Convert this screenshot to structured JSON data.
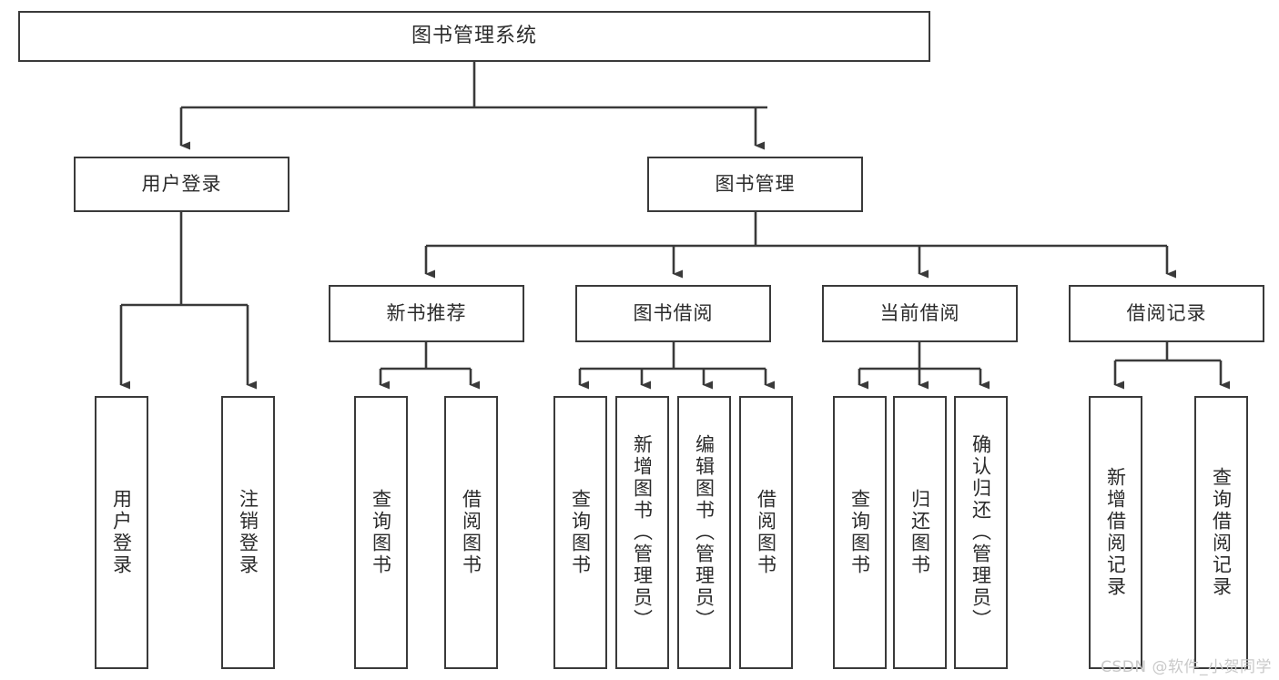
{
  "diagram": {
    "title": "图书管理系统",
    "type": "tree-hierarchy-diagram",
    "colors": {
      "background": "#ffffff",
      "box_border": "#3a3a3a",
      "box_fill": "#ffffff",
      "text": "#2b2b2b",
      "connector": "#3a3a3a",
      "watermark": "#c9c9c9"
    },
    "root": {
      "label": "图书管理系统"
    },
    "level2": [
      {
        "label": "用户登录"
      },
      {
        "label": "图书管理"
      }
    ],
    "level3": [
      {
        "label": "新书推荐"
      },
      {
        "label": "图书借阅"
      },
      {
        "label": "当前借阅"
      },
      {
        "label": "借阅记录"
      }
    ],
    "leaves": {
      "user_login": [
        {
          "label": "用户登录"
        },
        {
          "label": "注销登录"
        }
      ],
      "new_book_recommend": [
        {
          "label": "查询图书"
        },
        {
          "label": "借阅图书"
        }
      ],
      "book_borrow": [
        {
          "label": "查询图书"
        },
        {
          "label": "新增图书（管理员）"
        },
        {
          "label": "编辑图书（管理员）"
        },
        {
          "label": "借阅图书"
        }
      ],
      "current_borrow": [
        {
          "label": "查询图书"
        },
        {
          "label": "归还图书"
        },
        {
          "label": "确认归还（管理员）"
        }
      ],
      "borrow_record": [
        {
          "label": "新增借阅记录"
        },
        {
          "label": "查询借阅记录"
        }
      ]
    },
    "watermark": "CSDN @软件_小贺同学"
  }
}
